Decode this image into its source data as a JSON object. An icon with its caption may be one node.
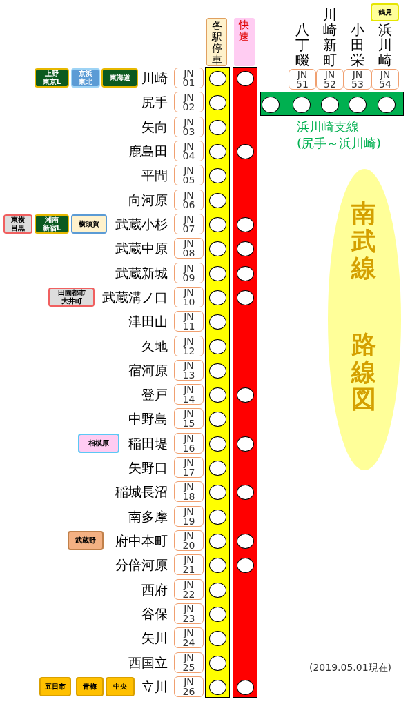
{
  "diagram": {
    "nodes": [
      {
        "text": [
          "各駅停車"
        ]
      },
      {
        "text": [
          "快速"
        ]
      },
      {
        "text": [
          "JN 01"
        ],
        "beside": [
          "川崎"
        ]
      },
      {
        "text": [
          "JN 02"
        ],
        "beside": [
          "尻手"
        ]
      },
      {
        "text": [
          "JN 03"
        ],
        "beside": [
          "矢向"
        ]
      },
      {
        "text": [
          "JN 04"
        ],
        "beside": [
          "鹿島田"
        ]
      },
      {
        "text": [
          "JN 05"
        ],
        "beside": [
          "平間"
        ]
      },
      {
        "text": [
          "JN 06"
        ],
        "beside": [
          "向河原"
        ]
      },
      {
        "text": [
          "JN 07"
        ],
        "beside": [
          "武蔵小杉"
        ]
      },
      {
        "text": [
          "JN 08"
        ],
        "beside": [
          "武蔵中原"
        ]
      },
      {
        "text": [
          "JN 09"
        ],
        "beside": [
          "武蔵新城"
        ]
      },
      {
        "text": [
          "JN 10"
        ],
        "beside": [
          "武蔵溝ノ口"
        ]
      },
      {
        "text": [
          "JN 11"
        ],
        "beside": [
          "津田山"
        ]
      },
      {
        "text": [
          "JN 12"
        ],
        "beside": [
          "久地"
        ]
      },
      {
        "text": [
          "JN 13"
        ],
        "beside": [
          "宿河原"
        ]
      },
      {
        "text": [
          "JN 14"
        ],
        "beside": [
          "登戸"
        ]
      },
      {
        "text": [
          "JN 15"
        ],
        "beside": [
          "中野島"
        ]
      },
      {
        "text": [
          "JN 16"
        ],
        "beside": [
          "稲田堤"
        ]
      },
      {
        "text": [
          "JN 17"
        ],
        "beside": [
          "矢野口"
        ]
      },
      {
        "text": [
          "JN 18"
        ],
        "beside": [
          "稲城長沼"
        ]
      },
      {
        "text": [
          "JN 19"
        ],
        "beside": [
          "南多摩"
        ]
      },
      {
        "text": [
          "JN 20"
        ],
        "beside": [
          "府中本町"
        ]
      },
      {
        "text": [
          "JN 21"
        ],
        "beside": [
          "分倍河原"
        ]
      },
      {
        "text": [
          "JN 22"
        ],
        "beside": [
          "西府"
        ]
      },
      {
        "text": [
          "JN 23"
        ],
        "beside": [
          "谷保"
        ]
      },
      {
        "text": [
          "JN 24"
        ],
        "beside": [
          "矢川"
        ]
      },
      {
        "text": [
          "JN 25"
        ],
        "beside": [
          "西国立"
        ]
      },
      {
        "text": [
          "JN 26"
        ],
        "beside": [
          "立川"
        ]
      },
      {
        "text": [],
        "shape": "circle",
        "in": 0
      },
      {
        "text": [],
        "shape": "circle",
        "in": 0
      },
      {
        "text": [],
        "shape": "circle",
        "in": 0
      },
      {
        "text": [],
        "shape": "circle",
        "in": 0
      },
      {
        "text": [],
        "shape": "circle",
        "in": 0
      },
      {
        "text": [],
        "shape": "circle",
        "in": 0
      },
      {
        "text": [],
        "shape": "circle",
        "in": 0
      },
      {
        "text": [],
        "shape": "circle",
        "in": 0
      },
      {
        "text": [],
        "shape": "circle",
        "in": 0
      },
      {
        "text": [],
        "shape": "circle",
        "in": 0
      },
      {
        "text": [],
        "shape": "circle",
        "in": 0
      },
      {
        "text": [],
        "shape": "circle",
        "in": 0
      },
      {
        "text": [],
        "shape": "circle",
        "in": 0
      },
      {
        "text": [],
        "shape": "circle",
        "in": 0
      },
      {
        "text": [],
        "shape": "circle",
        "in": 0
      },
      {
        "text": [],
        "shape": "circle",
        "in": 0
      },
      {
        "text": [],
        "shape": "circle",
        "in": 0
      },
      {
        "text": [],
        "shape": "circle",
        "in": 0
      },
      {
        "text": [],
        "shape": "circle",
        "in": 0
      },
      {
        "text": [],
        "shape": "circle",
        "in": 0
      },
      {
        "text": [],
        "shape": "circle",
        "in": 0
      },
      {
        "text": [],
        "shape": "circle",
        "in": 0
      },
      {
        "text": [],
        "shape": "circle",
        "in": 0
      },
      {
        "text": [],
        "shape": "circle",
        "in": 0
      },
      {
        "text": [],
        "shape": "circle",
        "in": 0
      },
      {
        "text": [],
        "shape": "circle",
        "in": 0
      },
      {
        "text": [],
        "shape": "circle",
        "in": 1
      },
      {
        "text": [],
        "shape": "circle",
        "in": 1
      },
      {
        "text": [],
        "shape": "circle",
        "in": 1
      },
      {
        "text": [],
        "shape": "circle",
        "in": 1
      },
      {
        "text": [],
        "shape": "circle",
        "in": 1
      },
      {
        "text": [],
        "shape": "circle",
        "in": 1
      },
      {
        "text": [],
        "shape": "circle",
        "in": 1
      },
      {
        "text": [],
        "shape": "circle",
        "in": 1
      },
      {
        "text": [],
        "shape": "circle",
        "in": 1
      },
      {
        "text": [],
        "shape": "circle",
        "in": 1
      },
      {
        "text": [],
        "shape": "circle",
        "in": 1
      },
      {
        "text": [],
        "shape": "circle",
        "in": 1
      },
      {
        "text": [
          "浜川崎支線",
          "(尻手～浜川崎)"
        ]
      },
      {
        "text": [
          "JN 51"
        ],
        "beside": [
          "八丁畷"
        ]
      },
      {
        "text": [
          "JN 52"
        ],
        "beside": [
          "川崎新町"
        ]
      },
      {
        "text": [
          "JN 53"
        ],
        "beside": [
          "小田栄"
        ]
      },
      {
        "text": [
          "JN 54"
        ],
        "beside": [
          "浜川崎"
        ]
      },
      {
        "text": [],
        "shape": "circle",
        "in": 66
      },
      {
        "text": [],
        "shape": "circle",
        "in": 66
      },
      {
        "text": [],
        "shape": "circle",
        "in": 66
      },
      {
        "text": [],
        "shape": "circle",
        "in": 66
      },
      {
        "text": [],
        "shape": "circle",
        "in": 66
      },
      {
        "text": [
          "南武線",
          "路線図"
        ]
      },
      {
        "text": [
          "上野",
          "東京L"
        ]
      },
      {
        "text": [
          "京浜",
          "東北"
        ]
      },
      {
        "text": [
          "東海道"
        ]
      },
      {
        "text": [
          "東横",
          "目黒"
        ]
      },
      {
        "text": [
          "湘南",
          "新宿L"
        ]
      },
      {
        "text": [
          "横須賀"
        ]
      },
      {
        "text": [
          "田園都市",
          "大井町"
        ]
      },
      {
        "text": [
          "相模原"
        ]
      },
      {
        "text": [
          "武蔵野"
        ]
      },
      {
        "text": [
          "五日市"
        ]
      },
      {
        "text": [
          "青梅"
        ]
      },
      {
        "text": [
          "中央"
        ]
      },
      {
        "text": [
          "鶴見"
        ]
      }
    ],
    "labels": [
      "(2019.05.01現在)"
    ]
  }
}
